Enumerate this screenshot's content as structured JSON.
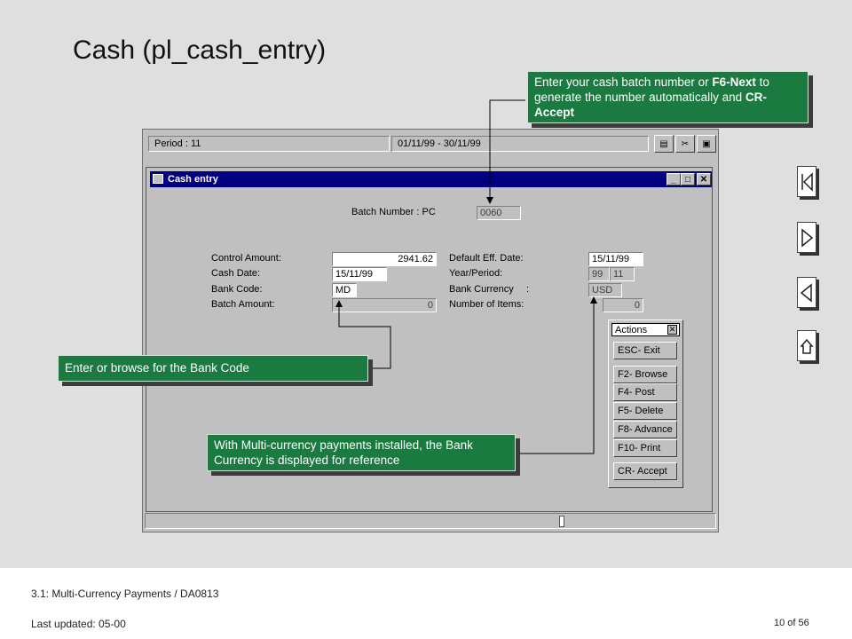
{
  "slide": {
    "title": "Cash (pl_cash_entry)"
  },
  "app": {
    "period_label": "Period : 11",
    "period_range": "01/11/99 - 30/11/99"
  },
  "window": {
    "title": "Cash entry",
    "batch_number_label": "Batch Number : PC",
    "batch_number_value": "0060",
    "control_amount_label": "Control Amount:",
    "control_amount_value": "2941.62",
    "cash_date_label": "Cash Date:",
    "cash_date_value": "15/11/99",
    "bank_code_label": "Bank Code:",
    "bank_code_value": "MD",
    "batch_amount_label": "Batch Amount:",
    "batch_amount_value": "0",
    "default_eff_date_label": "Default Eff. Date:",
    "default_eff_date_value": "15/11/99",
    "year_period_label": "Year/Period:",
    "year_value": "99",
    "period_value": "11",
    "bank_currency_label": "Bank Currency",
    "bank_currency_colon": ":",
    "bank_currency_value": "USD",
    "number_of_items_label": "Number of Items:",
    "number_of_items_value": "0"
  },
  "actions": {
    "title": "Actions",
    "buttons": [
      "ESC- Exit",
      "F2- Browse",
      "F4- Post",
      "F5- Delete",
      "F8- Advance",
      "F10- Print",
      "CR- Accept"
    ]
  },
  "callouts": {
    "batch": {
      "text1": "Enter your cash batch number or ",
      "bold1": "F6-Next",
      "text2": " to generate the number automatically and ",
      "bold2": "CR-Accept"
    },
    "bank_code": "Enter or browse for the Bank Code",
    "currency": "With Multi-currency payments installed, the Bank Currency is displayed for reference"
  },
  "footer": {
    "course": "3.1: Multi-Currency Payments / DA0813",
    "updated": "Last updated:  05-00",
    "page": "10 of 56"
  },
  "icons": [
    "first-page-icon",
    "next-page-icon",
    "previous-page-icon",
    "home-icon"
  ]
}
